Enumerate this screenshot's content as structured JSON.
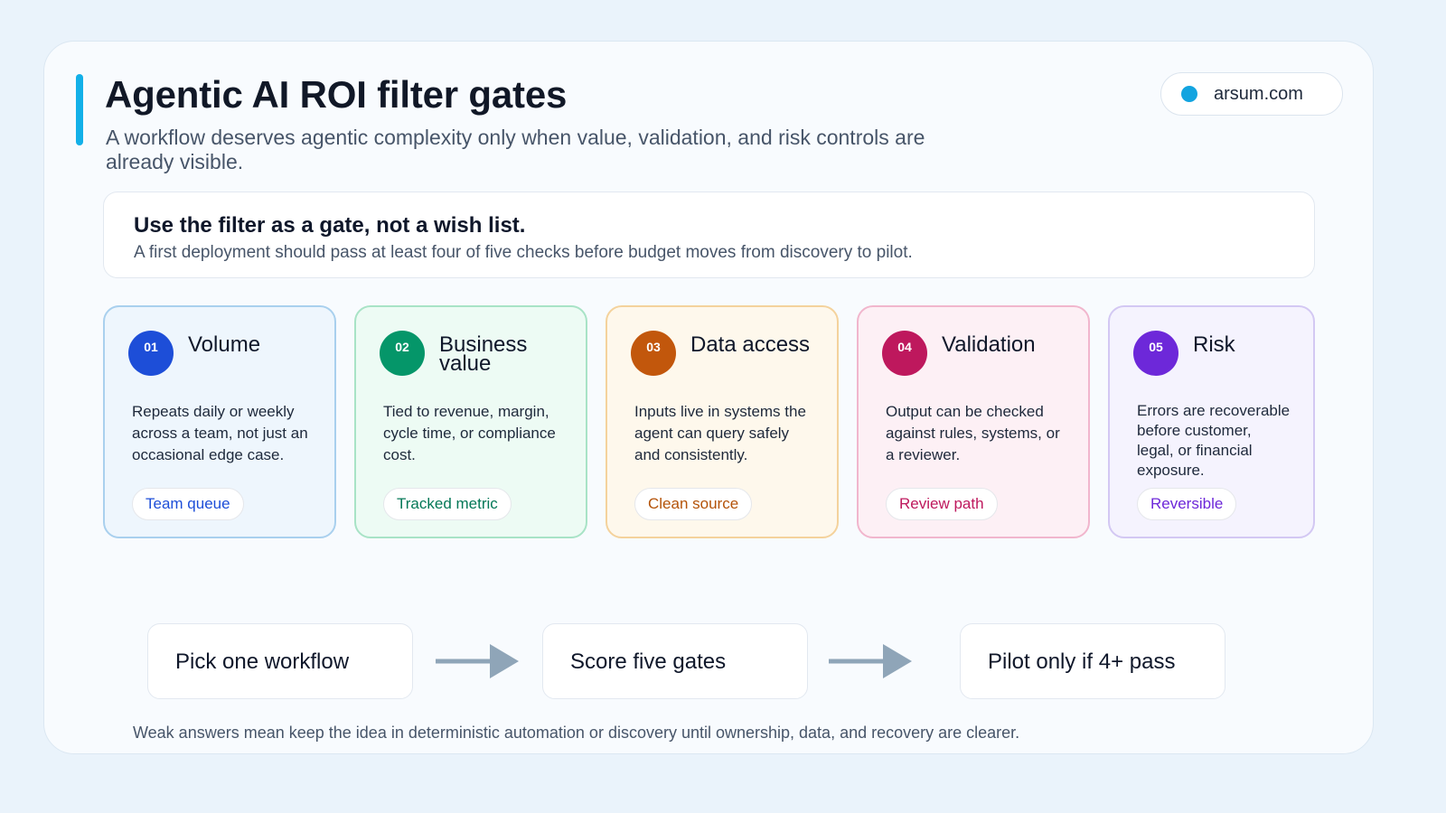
{
  "header": {
    "title": "Agentic AI ROI filter gates",
    "subtitle": "A workflow deserves agentic complexity only when value, validation, and risk controls are already visible.",
    "site": "arsum.com"
  },
  "note": {
    "title": "Use the filter as a gate, not a wish list.",
    "text": "A first deployment should pass at least four of five checks before budget moves from discovery to pilot."
  },
  "gates": [
    {
      "num": "01",
      "title": "Volume",
      "desc": "Repeats daily or weekly across a team, not just an occasional edge case.",
      "tag": "Team queue",
      "accent": "#1d4ed8",
      "bg": "#eef6fd",
      "border": "#a9d0ee",
      "tag_color": "#1d4ed8"
    },
    {
      "num": "02",
      "title": "Business value",
      "desc": "Tied to revenue, margin, cycle time, or compliance cost.",
      "tag": "Tracked metric",
      "accent": "#059669",
      "bg": "#edfbf4",
      "border": "#a8e3c6",
      "tag_color": "#047857"
    },
    {
      "num": "03",
      "title": "Data access",
      "desc": "Inputs live in systems the agent can query safely and consistently.",
      "tag": "Clean source",
      "accent": "#c2570c",
      "bg": "#fef8ec",
      "border": "#f4d29c",
      "tag_color": "#b45309"
    },
    {
      "num": "04",
      "title": "Validation",
      "desc": "Output can be checked against rules, systems, or a reviewer.",
      "tag": "Review path",
      "accent": "#be185d",
      "bg": "#fdf0f5",
      "border": "#f1b6cd",
      "tag_color": "#be185d"
    },
    {
      "num": "05",
      "title": "Risk",
      "desc": "Errors are recoverable before customer, legal, or financial exposure.",
      "tag": "Reversible",
      "accent": "#6d28d9",
      "bg": "#f5f3fe",
      "border": "#d3c8f3",
      "tag_color": "#6d28d9"
    }
  ],
  "steps": [
    "Pick one workflow",
    "Score five gates",
    "Pilot only if 4+ pass"
  ],
  "footer": "Weak answers mean keep the idea in deterministic automation or discovery until ownership, data, and recovery are clearer.",
  "colors": {
    "arrow": "#8fa5b8",
    "accent_bar": "#13b0e8",
    "site_dot": "#13a4e0"
  }
}
